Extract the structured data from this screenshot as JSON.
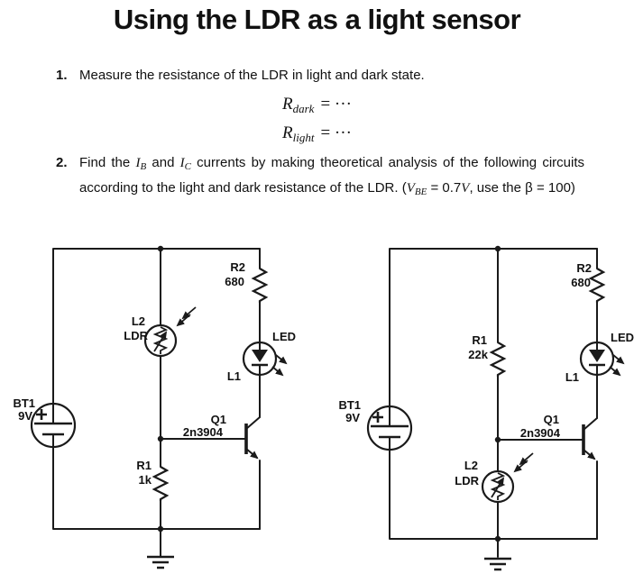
{
  "title": "Using the LDR as a light sensor",
  "item1": {
    "number": "1.",
    "text": "Measure the resistance of the LDR in light and dark state."
  },
  "equations": {
    "eq1": {
      "base": "R",
      "sub": "dark",
      "rhs": "= ···"
    },
    "eq2": {
      "base": "R",
      "sub": "light",
      "rhs": "= ···"
    }
  },
  "item2": {
    "number": "2.",
    "seg_a": "Find the ",
    "ib_base": "I",
    "ib_sub": "B",
    "seg_b": " and ",
    "ic_base": "I",
    "ic_sub": "C",
    "seg_c": " currents by making theoretical analysis of the following circuits according to the light and dark resistance of the LDR. (",
    "vbe_base": "V",
    "vbe_sub": "BE",
    "seg_d": " = 0.7",
    "v_unit": "V",
    "seg_e": ", use the β = 100)"
  },
  "circuit_left": {
    "battery_ref": "BT1",
    "battery_value": "9V",
    "ldr_ref": "L2",
    "ldr_name": "LDR",
    "r2_ref": "R2",
    "r2_value": "680",
    "led_name": "LED",
    "led_ref": "L1",
    "transistor_ref": "Q1",
    "transistor_part": "2n3904",
    "r1_ref": "R1",
    "r1_value": "1k"
  },
  "circuit_right": {
    "battery_ref": "BT1",
    "battery_value": "9V",
    "r1_ref": "R1",
    "r1_value": "22k",
    "ldr_ref": "L2",
    "ldr_name": "LDR",
    "r2_ref": "R2",
    "r2_value": "680",
    "led_name": "LED",
    "led_ref": "L1",
    "transistor_ref": "Q1",
    "transistor_part": "2n3904"
  },
  "colors": {
    "ink": "#1a1a1a",
    "paper": "#ffffff"
  }
}
